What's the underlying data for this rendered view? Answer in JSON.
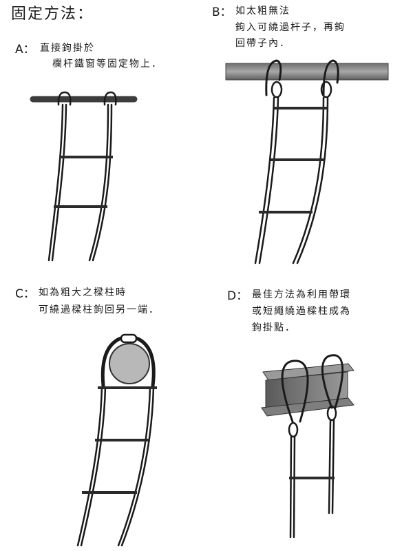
{
  "title": "固定方法：",
  "methods": [
    {
      "id": "A",
      "letter": "A：",
      "lines": [
        "直接鉤掛於",
        "欄杆鐵窗等固定物上．"
      ]
    },
    {
      "id": "B",
      "letter": "B：",
      "lines": [
        "如太粗無法",
        "鉤入可繞過杆子，再鉤",
        "回帶子內．"
      ]
    },
    {
      "id": "C",
      "letter": "C：",
      "lines": [
        "如為粗大之樑柱時",
        "可繞過樑柱鉤回另一端．"
      ]
    },
    {
      "id": "D",
      "letter": "D：",
      "lines": [
        "最佳方法為利用帶環",
        "或短繩繞過樑柱成為",
        "鉤掛點．"
      ]
    }
  ],
  "colors": {
    "ink": "#1a1a1a",
    "bar": "#3c3c3c",
    "beam": "#8c8c8c",
    "pillar": "#b8b8b8"
  }
}
